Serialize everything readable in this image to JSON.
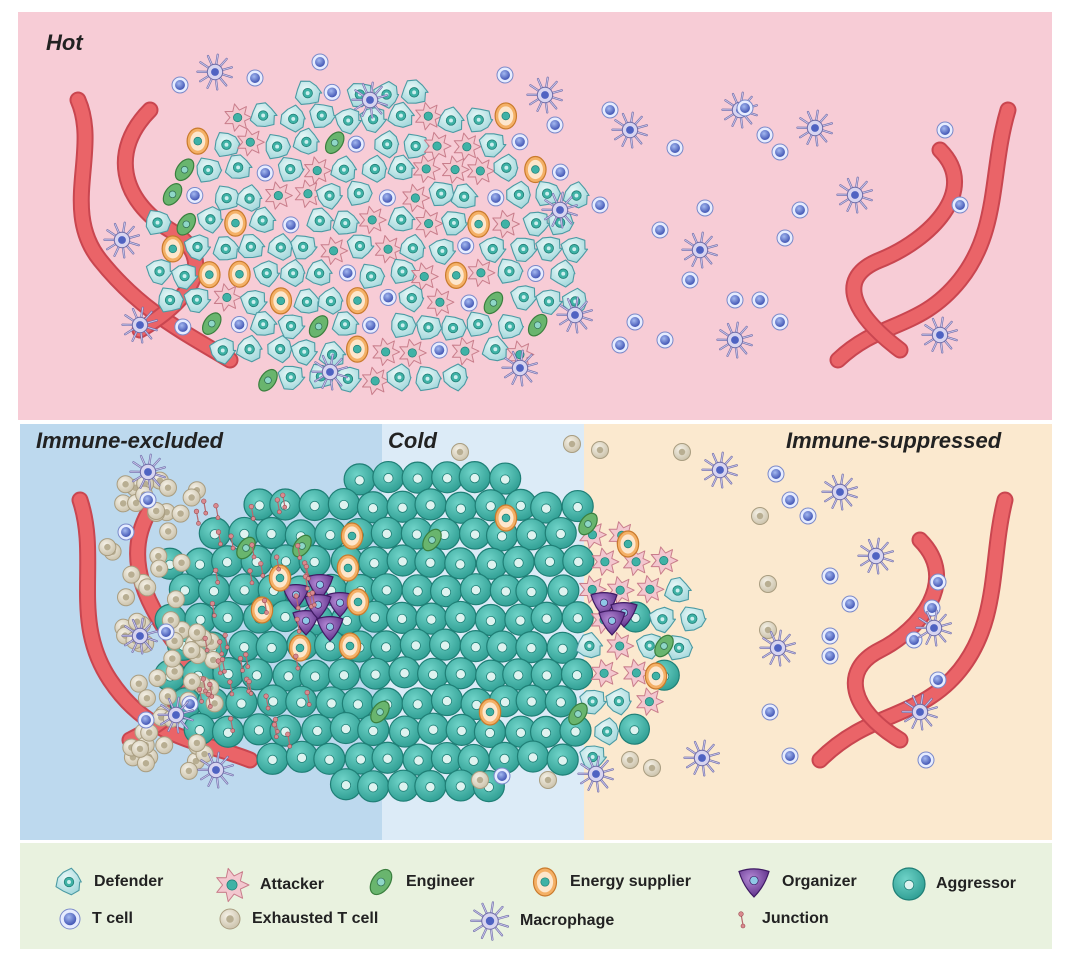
{
  "panels": {
    "hot": "Hot",
    "excluded": "Immune-excluded",
    "cold": "Cold",
    "suppressed": "Immune-suppressed"
  },
  "legend": [
    {
      "key": "defender",
      "label": "Defender"
    },
    {
      "key": "attacker",
      "label": "Attacker"
    },
    {
      "key": "engineer",
      "label": "Engineer"
    },
    {
      "key": "energy",
      "label": "Energy supplier"
    },
    {
      "key": "organizer",
      "label": "Organizer"
    },
    {
      "key": "aggressor",
      "label": "Aggressor"
    },
    {
      "key": "tcell",
      "label": "T cell"
    },
    {
      "key": "exhausted",
      "label": "Exhausted T cell"
    },
    {
      "key": "macrophage",
      "label": "Macrophage"
    },
    {
      "key": "junction",
      "label": "Junction"
    }
  ],
  "colors": {
    "hot_bg": "#f7ccd6",
    "excluded_bg": "#bdd9ee",
    "cold_bg": "#dcebf7",
    "suppressed_bg": "#fbe9cf",
    "legend_bg": "#e9f2df",
    "vessel": "#ea6468",
    "aggressor": "#3fb2a6",
    "defender": "#b9e4e6",
    "tcell": "#4f63c2",
    "exhausted": "#ddd6c4",
    "attacker": "#f3c7cf",
    "engineer": "#69b56e",
    "energy": "#f4b066",
    "organizer": "#6d3b99",
    "macrophage": "#b5b0d6"
  }
}
